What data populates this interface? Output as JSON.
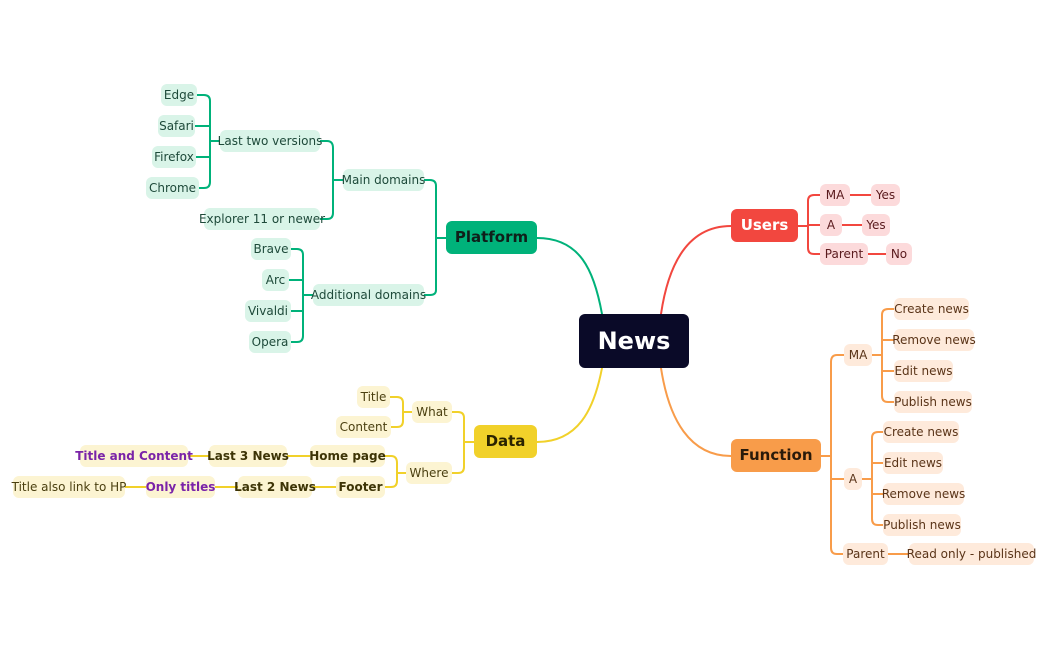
{
  "colors": {
    "center": "#0a0a28",
    "platform": "#00b27a",
    "users": "#f2473f",
    "function": "#f89c4a",
    "data": "#f1d12a",
    "highlight_text": "#7a23a8"
  },
  "center": "News",
  "platform": {
    "label": "Platform",
    "main_domains": {
      "label": "Main domains",
      "last_two": {
        "label": "Last two versions",
        "browsers": [
          "Edge",
          "Safari",
          "Firefox",
          "Chrome"
        ]
      },
      "explorer": "Explorer 11 or newer"
    },
    "additional_domains": {
      "label": "Additional domains",
      "browsers": [
        "Brave",
        "Arc",
        "Vivaldi",
        "Opera"
      ]
    }
  },
  "users": {
    "label": "Users",
    "roles": [
      {
        "role": "MA",
        "value": "Yes"
      },
      {
        "role": "A",
        "value": "Yes"
      },
      {
        "role": "Parent",
        "value": "No"
      }
    ]
  },
  "function": {
    "label": "Function",
    "ma": {
      "label": "MA",
      "items": [
        "Create news",
        "Remove news",
        "Edit news",
        "Publish news"
      ]
    },
    "a": {
      "label": "A",
      "items": [
        "Create news",
        "Edit news",
        "Remove news",
        "Publish news"
      ]
    },
    "parent": {
      "label": "Parent",
      "items": [
        "Read only - published"
      ]
    }
  },
  "data": {
    "label": "Data",
    "what": {
      "label": "What",
      "items": [
        "Title",
        "Content"
      ]
    },
    "where": {
      "label": "Where",
      "home_page": {
        "label": "Home page",
        "count": "Last 3 News",
        "detail": "Title and Content"
      },
      "footer": {
        "label": "Footer",
        "count": "Last 2 News",
        "detail": "Only titles",
        "note": "Title also link to HP"
      }
    }
  }
}
